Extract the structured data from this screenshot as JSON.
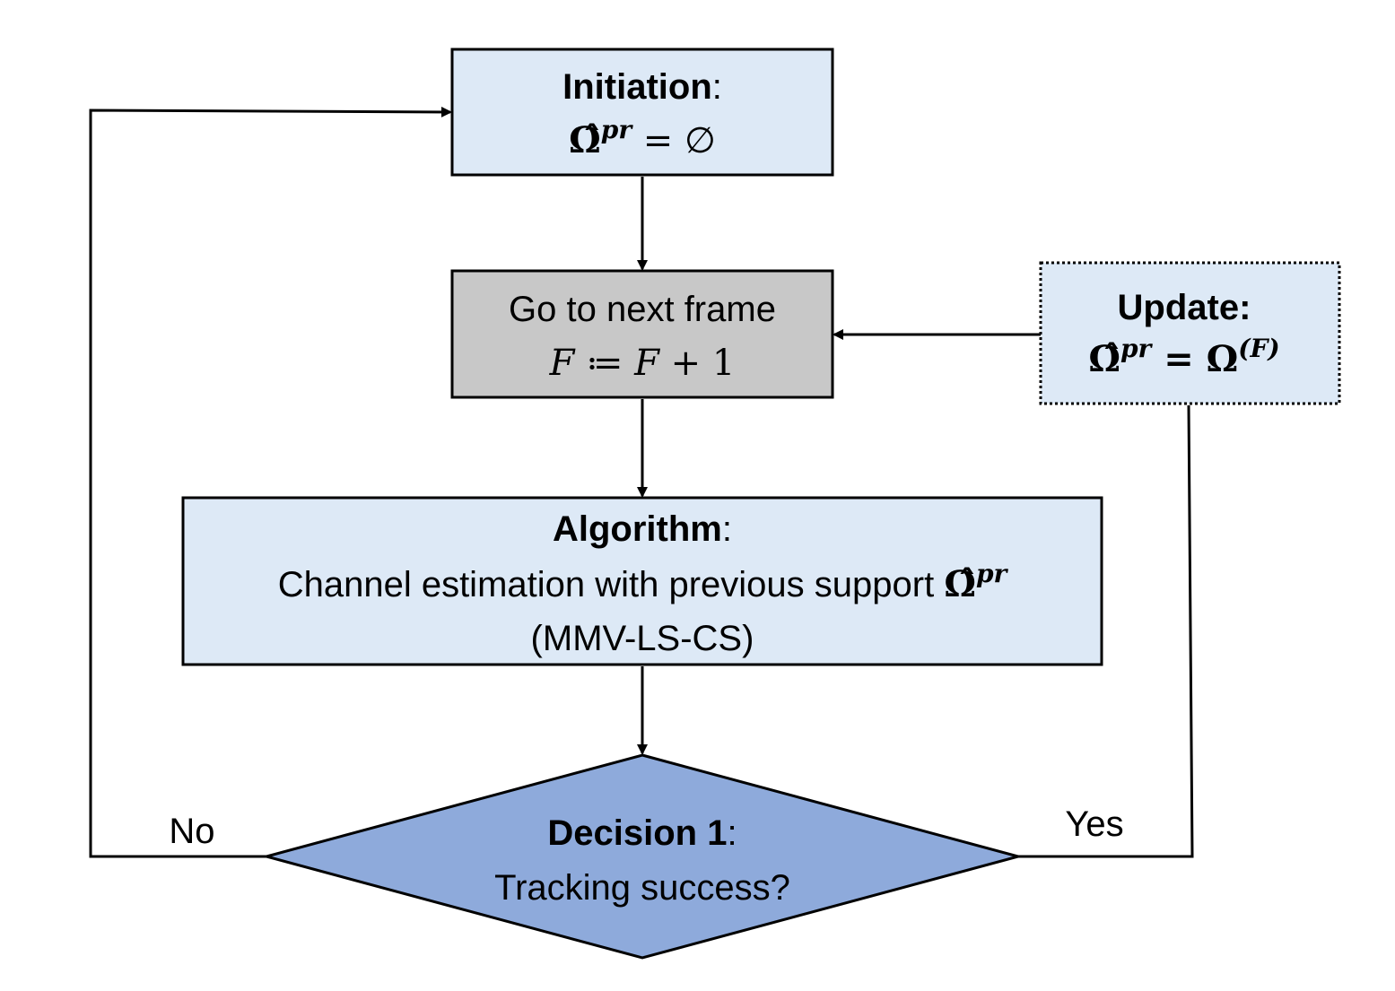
{
  "diagram": {
    "initiation": {
      "title": "Initiation",
      "colon": ":",
      "omega": "Ω̂",
      "sup": "pr",
      "rhs": " = ∅"
    },
    "next_frame": {
      "line1": "Go to next frame",
      "var": "F",
      "rhs": " ≔ ",
      "var2": "F",
      "plus": " + 1"
    },
    "update": {
      "title": "Update:",
      "omega": "Ω̂",
      "sup": "pr",
      "eq": " = ",
      "omega2": "Ω",
      "sup2": "(F)"
    },
    "algorithm": {
      "title": "Algorithm",
      "colon": ":",
      "line2": "Channel estimation with previous support ",
      "omega": "Ω̂",
      "sup": "pr",
      "line3": "(MMV-LS-CS)"
    },
    "decision": {
      "title": "Decision 1",
      "colon": ":",
      "line2": "Tracking success?"
    },
    "edge_no": "No",
    "edge_yes": "Yes",
    "colors": {
      "process_fill": "#dde9f6",
      "step_fill": "#c8c8c8",
      "decision_fill": "#8eaadb",
      "stroke": "#000000"
    }
  }
}
